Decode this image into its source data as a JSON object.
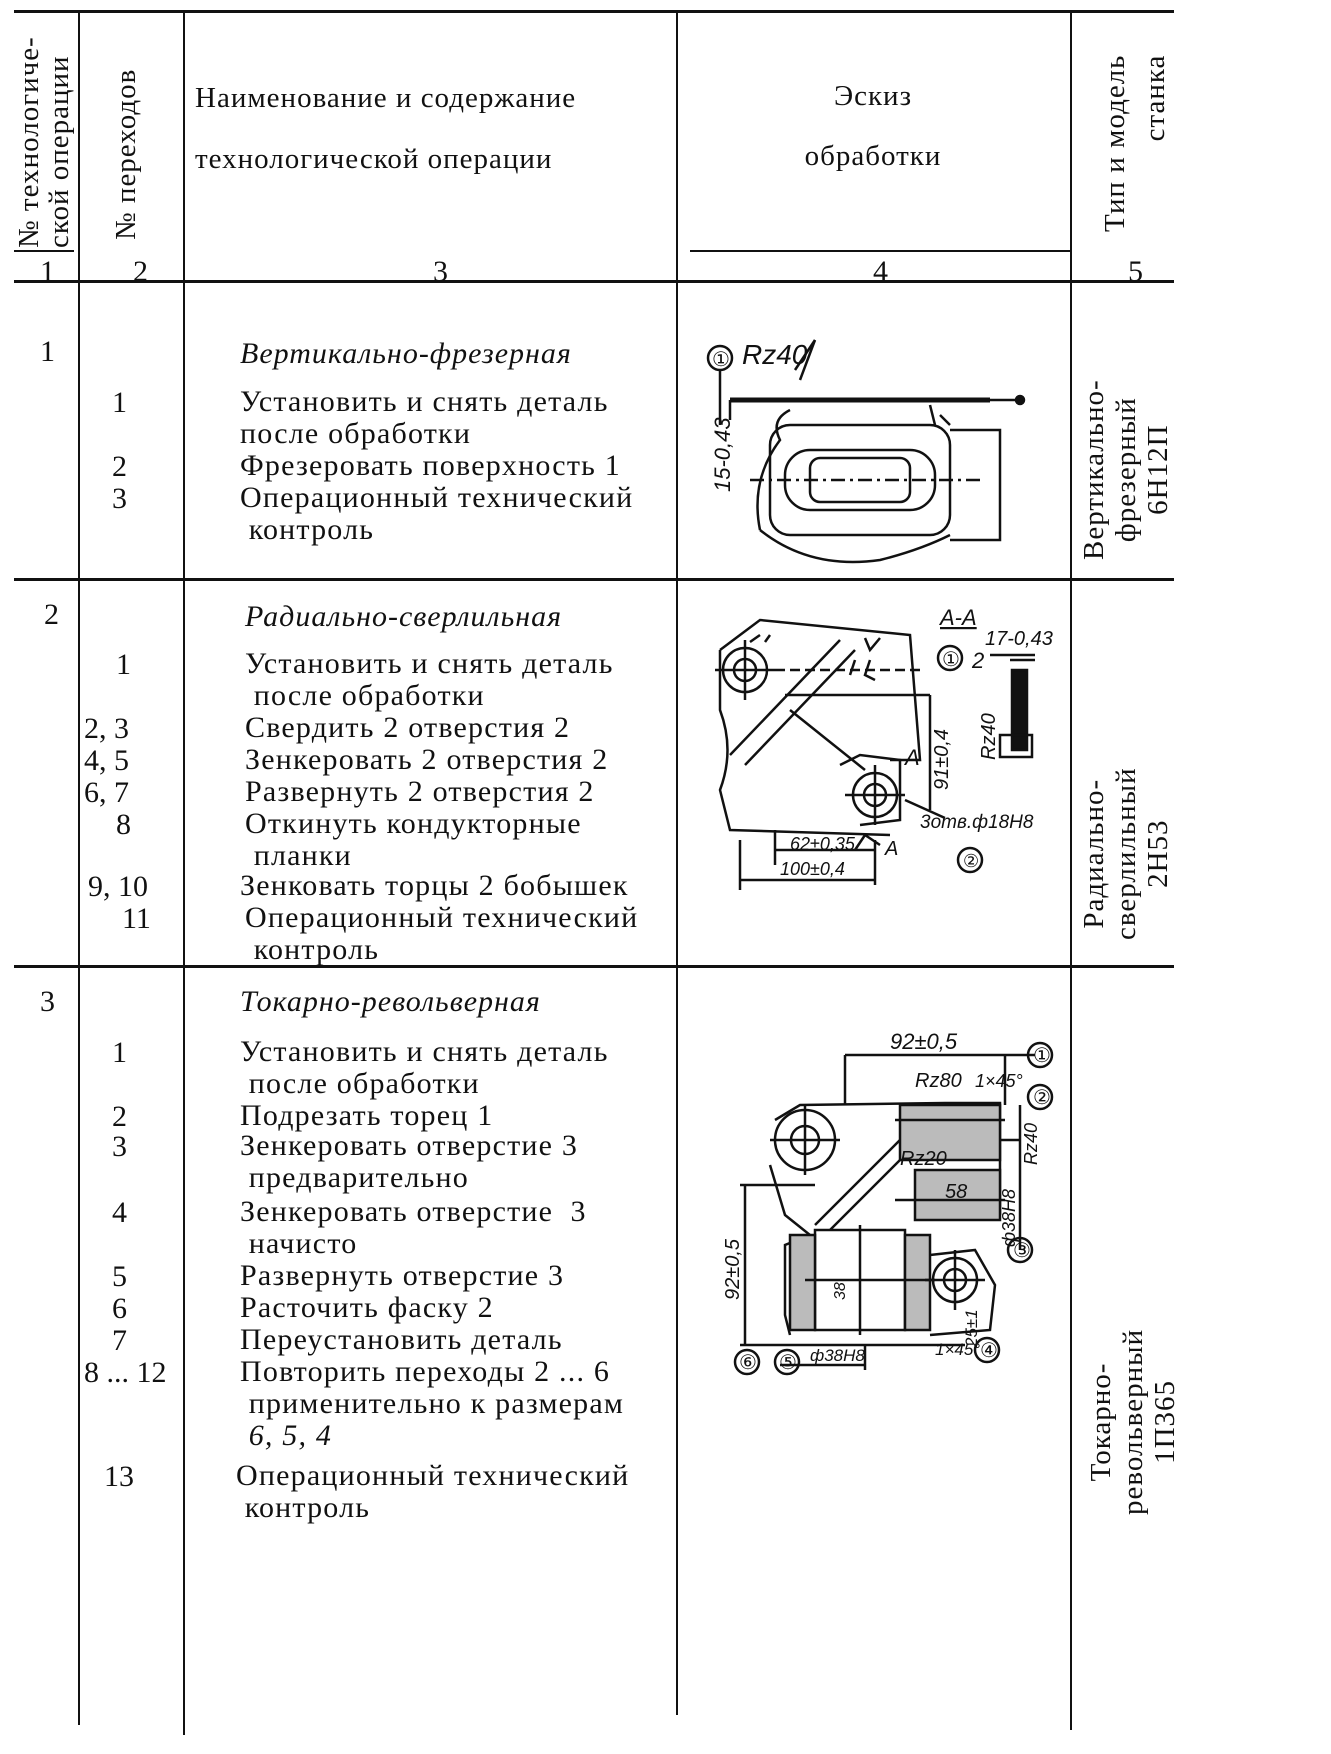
{
  "header": {
    "col1_line1": "№ технологиче-",
    "col1_line2": "ской операции",
    "col2": "№ переходов",
    "col3_line1": "Наименование и содержание",
    "col3_line2": "технологической операции",
    "col4_line1": "Эскиз",
    "col4_line2": "обработки",
    "col5_line1": "Тип и модель",
    "col5_line2": "станка",
    "col_numbers": [
      "1",
      "2",
      "3",
      "4",
      "5"
    ]
  },
  "operations": [
    {
      "number": "1",
      "title": "Вертикально-фрезерная",
      "steps": [
        {
          "no": "1",
          "lines": [
            "Установить и снять деталь",
            "после обработки"
          ]
        },
        {
          "no": "2",
          "lines": [
            "Фрезеровать поверхность 1"
          ]
        },
        {
          "no": "3",
          "lines": [
            "Операционный технический",
            " контроль"
          ]
        }
      ],
      "machine": [
        "Вертикально-",
        "фрезерный",
        "6Н12П"
      ],
      "sketch_labels": [
        "①",
        "Rz40",
        "15-0,43"
      ]
    },
    {
      "number": "2",
      "title": "Радиально-сверлильная",
      "steps": [
        {
          "no": "1",
          "lines": [
            "Установить и снять деталь",
            " после обработки"
          ]
        },
        {
          "no": "2, 3",
          "lines": [
            "Свердить 2 отверстия 2"
          ]
        },
        {
          "no": "4, 5",
          "lines": [
            "Зенкеровать 2 отверстия 2"
          ]
        },
        {
          "no": "6, 7",
          "lines": [
            "Развернуть 2 отверстия 2"
          ]
        },
        {
          "no": "8",
          "lines": [
            "Откинуть кондукторные",
            " планки"
          ]
        },
        {
          "no": "9, 10",
          "lines": [
            "Зенковать торцы 2 бобышек"
          ]
        },
        {
          "no": "11",
          "lines": [
            "Операционный технический",
            " контроль"
          ]
        }
      ],
      "machine": [
        "Радиально-",
        "сверлильный",
        "2Н53"
      ],
      "sketch_labels": [
        "A-A",
        "17-0,43",
        "①",
        "2",
        "Rz40",
        "91±0,4",
        "A",
        "3отв.ф18Н8",
        "62±0,35",
        "100±0,4",
        "A",
        "②"
      ]
    },
    {
      "number": "3",
      "title": "Токарно-револьверная",
      "steps": [
        {
          "no": "1",
          "lines": [
            "Установить и снять деталь",
            " после обработки"
          ]
        },
        {
          "no": "2",
          "lines": [
            "Подрезать торец 1"
          ]
        },
        {
          "no": "3",
          "lines": [
            "Зенкеровать отверстие 3",
            " предварительно"
          ]
        },
        {
          "no": "4",
          "lines": [
            "Зенкеровать отверстие  3",
            " начисто"
          ]
        },
        {
          "no": "5",
          "lines": [
            "Развернуть отверстие 3"
          ]
        },
        {
          "no": "6",
          "lines": [
            "Расточить фаску 2"
          ]
        },
        {
          "no": "7",
          "lines": [
            "Переустановить деталь"
          ]
        },
        {
          "no": "8 ... 12",
          "lines": [
            "Повторить переходы 2 ... 6",
            " применительно к размерам",
            " 6, 5, 4"
          ]
        },
        {
          "no": "13",
          "lines": [
            "Операционный технический",
            " контроль"
          ]
        }
      ],
      "machine": [
        "Токарно-",
        "револьверный",
        "1П365"
      ],
      "sketch_labels": [
        "92±0,5",
        "①",
        "Rz80",
        "1×45°",
        "②",
        "Rz20",
        "Rz40",
        "58",
        "ф38Н8",
        "③",
        "92±0,5",
        "38",
        "1×45°",
        "25±1",
        "④",
        "ф38Н8",
        "⑥",
        "⑤"
      ]
    }
  ]
}
